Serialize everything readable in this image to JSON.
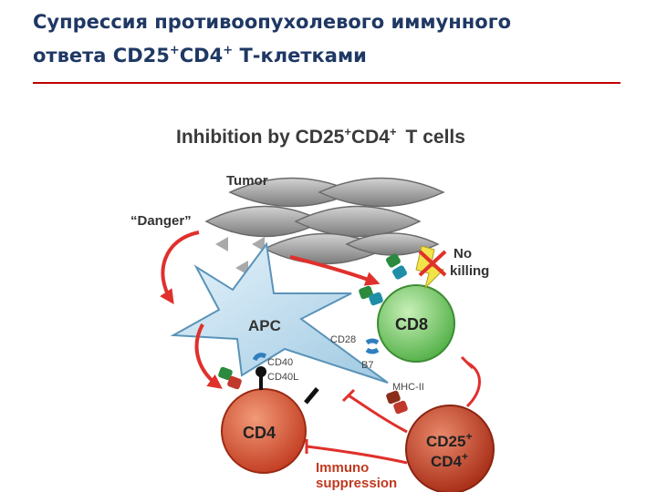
{
  "slide": {
    "title_part1": "Супрессия противоопухолевого  иммунного",
    "title_part2": "ответа CD25",
    "title_sup1": "+",
    "title_part3": "CD4",
    "title_sup2": "+",
    "title_part4": " Т-клетками"
  },
  "figure": {
    "heading_prefix": "Inhibition by CD25",
    "heading_sup1": "+",
    "heading_mid": "CD4",
    "heading_sup2": "+",
    "heading_suffix": "T cells",
    "tumor": "Tumor",
    "danger": "“Danger”",
    "no_killing_line1": "No",
    "no_killing_line2": "killing",
    "apc": "APC",
    "cd8": "CD8",
    "cd4": "CD4",
    "treg_line1": "CD25",
    "treg_sup1": "+",
    "treg_line2": "CD4",
    "treg_sup2": "+",
    "cd28": "CD28",
    "b7": "B7",
    "cd40": "CD40",
    "cd40l": "CD40L",
    "mhc2": "MHC-II",
    "immuno_line1": "Immuno",
    "immuno_line2": "suppression"
  },
  "colors": {
    "title_text": "#1f3864",
    "title_rule": "#c00000",
    "tumor": "#9a9a9a",
    "apc": "#b9d9ec",
    "cd8": "#7ccf6c",
    "cd4": "#d24b2e",
    "treg": "#c03a20",
    "arrow": "#e0302c",
    "label": "#333333"
  }
}
